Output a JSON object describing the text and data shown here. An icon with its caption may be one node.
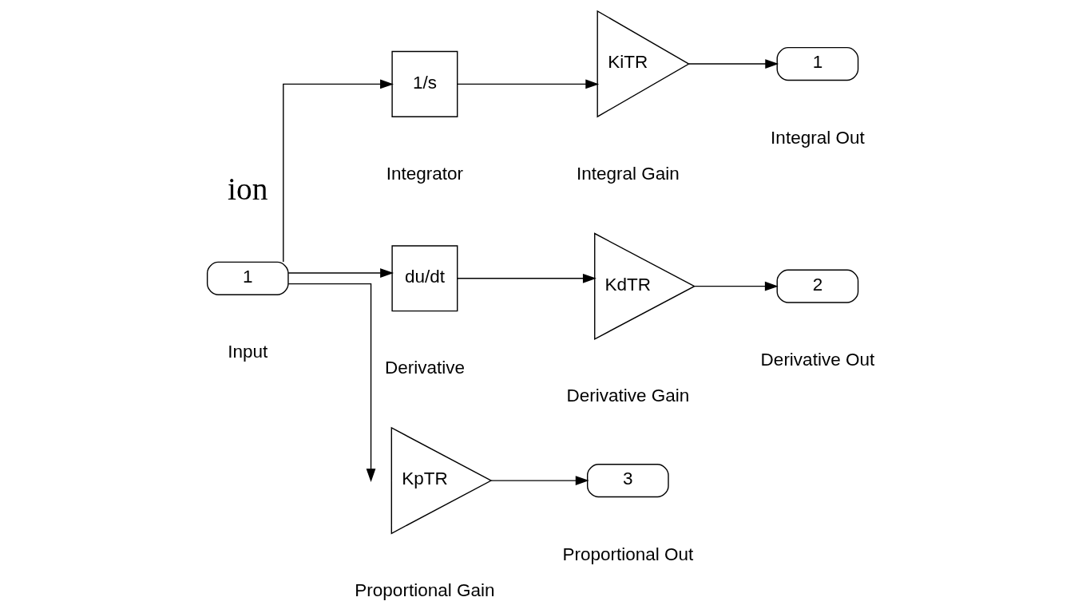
{
  "diagram": {
    "nodes": [
      {
        "text": [
          "1"
        ],
        "beside": [
          "Input"
        ]
      },
      {
        "text": [
          "1/s"
        ],
        "beside": [
          "Integrator"
        ]
      },
      {
        "text": [
          "KiTR"
        ],
        "beside": [
          "Integral Gain"
        ]
      },
      {
        "text": [
          "1"
        ],
        "beside": [
          "Integral Out"
        ]
      },
      {
        "text": [
          "du/dt"
        ],
        "beside": [
          "Derivative"
        ]
      },
      {
        "text": [
          "KdTR"
        ],
        "beside": [
          "Derivative Gain"
        ]
      },
      {
        "text": [
          "2"
        ],
        "beside": [
          "Derivative Out"
        ]
      },
      {
        "text": [
          "KpTR"
        ],
        "beside": [
          "Proportional Gain"
        ]
      },
      {
        "text": [
          "3"
        ],
        "beside": [
          "Proportional Out"
        ]
      }
    ],
    "edges": [
      {
        "from": 0,
        "to": 1,
        "arrow": "to"
      },
      {
        "from": 0,
        "to": 4,
        "arrow": "to"
      },
      {
        "from": 0,
        "to": 7,
        "arrow": "to"
      },
      {
        "from": 1,
        "to": 2,
        "arrow": "to"
      },
      {
        "from": 2,
        "to": 3,
        "arrow": "to"
      },
      {
        "from": 4,
        "to": 5,
        "arrow": "to"
      },
      {
        "from": 5,
        "to": 6,
        "arrow": "to"
      },
      {
        "from": 7,
        "to": 8,
        "arrow": "to"
      }
    ],
    "labels": [
      "ion"
    ]
  }
}
